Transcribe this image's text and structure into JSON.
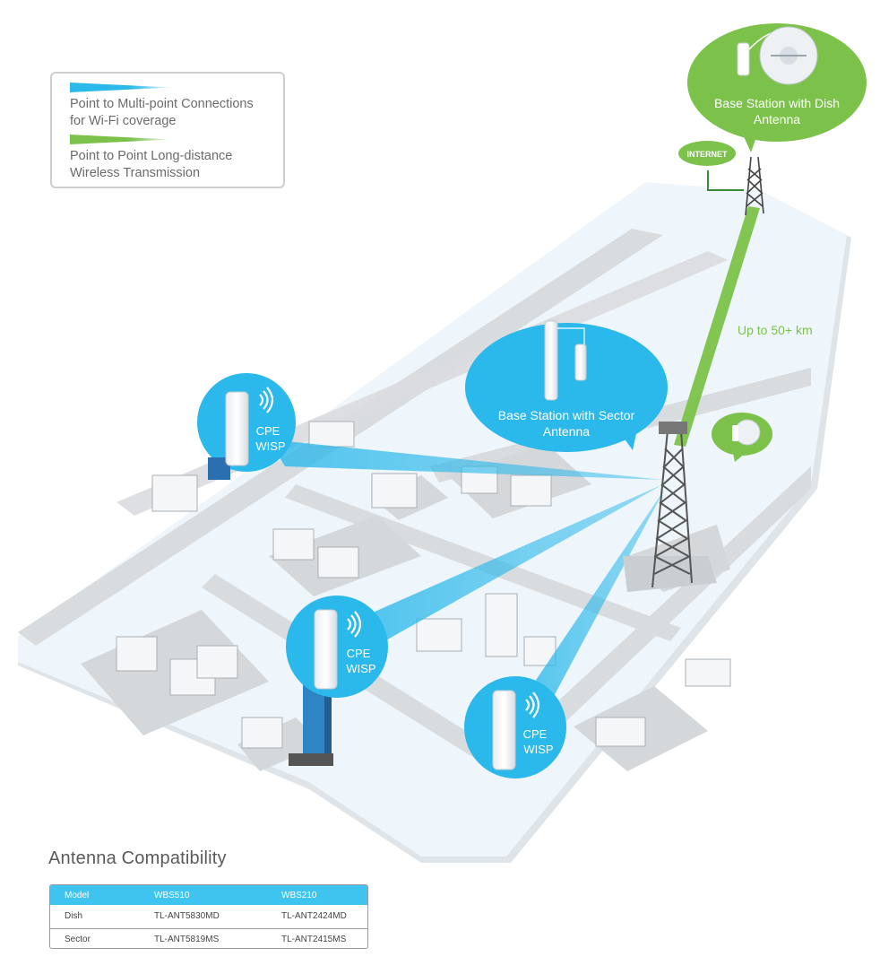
{
  "legend": {
    "items": [
      {
        "label_line1": "Point to Multi-point Connections",
        "label_line2": "for Wi-Fi coverage",
        "color": "#2bb8ea"
      },
      {
        "label_line1": "Point to Point Long-distance",
        "label_line2": "Wireless Transmission",
        "color": "#7cc24a"
      }
    ]
  },
  "colors": {
    "blue": "#2bb8ea",
    "green": "#7cc24a",
    "ground": "#eef6fb",
    "road": "#d9dcdf"
  },
  "callouts": {
    "dish_base": {
      "line1": "Base Station with Dish",
      "line2": "Antenna"
    },
    "sector_base": {
      "line1": "Base Station with Sector",
      "line2": "Antenna"
    },
    "cpe": {
      "line1": "CPE",
      "line2": "WISP"
    },
    "internet": "INTERNET",
    "distance": "Up to 50+ km"
  },
  "compat": {
    "title": "Antenna Compatibility",
    "headers": [
      "Model",
      "WBS510",
      "WBS210"
    ],
    "rows": [
      [
        "Dish",
        "TL-ANT5830MD",
        "TL-ANT2424MD"
      ],
      [
        "Sector",
        "TL-ANT5819MS",
        "TL-ANT2415MS"
      ]
    ]
  }
}
